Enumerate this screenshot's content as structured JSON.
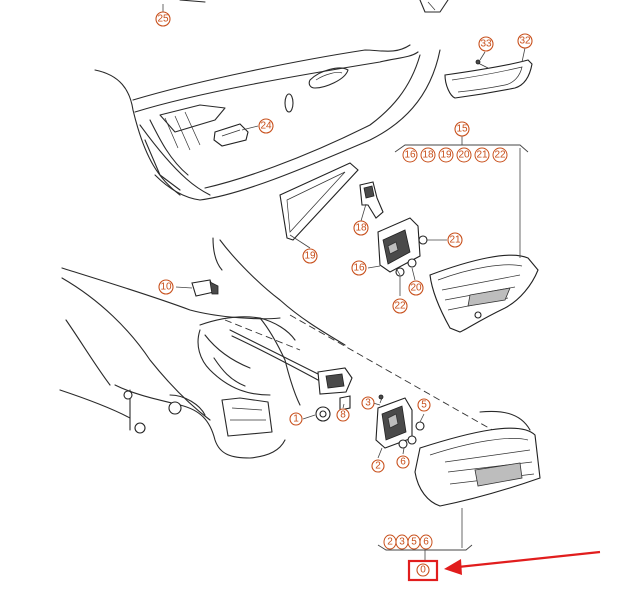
{
  "callouts": [
    {
      "id": "c25",
      "label": "25"
    },
    {
      "id": "c33",
      "label": "33"
    },
    {
      "id": "c32",
      "label": "32"
    },
    {
      "id": "c24",
      "label": "24"
    },
    {
      "id": "c15",
      "label": "15"
    },
    {
      "id": "c18",
      "label": "18"
    },
    {
      "id": "c19",
      "label": "19"
    },
    {
      "id": "c21",
      "label": "21"
    },
    {
      "id": "c16",
      "label": "16"
    },
    {
      "id": "c20",
      "label": "20"
    },
    {
      "id": "c22",
      "label": "22"
    },
    {
      "id": "c10",
      "label": "10"
    },
    {
      "id": "c3",
      "label": "3"
    },
    {
      "id": "c5",
      "label": "5"
    },
    {
      "id": "c1",
      "label": "1"
    },
    {
      "id": "c8",
      "label": "8"
    },
    {
      "id": "c2",
      "label": "2"
    },
    {
      "id": "c6",
      "label": "6"
    }
  ],
  "group_15": [
    "16",
    "18",
    "19",
    "20",
    "21",
    "22"
  ],
  "group_0": [
    "2",
    "3",
    "5",
    "6"
  ],
  "highlight_label": "0",
  "colors": {
    "callout": "#c8501c",
    "highlight": "#e11d1d",
    "line": "#2a2a2a"
  }
}
